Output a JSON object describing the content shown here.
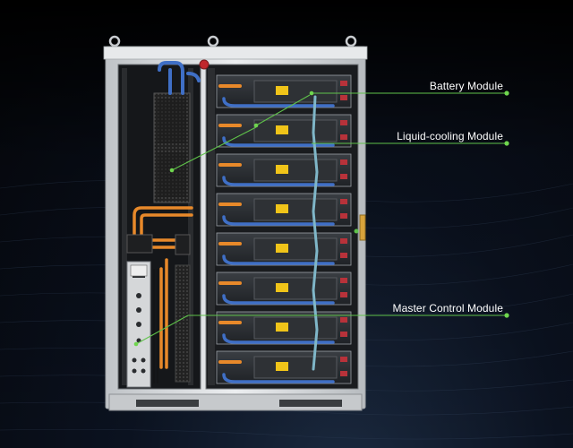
{
  "callouts": [
    {
      "label": "Battery Module"
    },
    {
      "label": "Liquid-cooling Module"
    },
    {
      "label": "Master Control Module"
    }
  ],
  "colors": {
    "callout_line": "#5fc24a",
    "callout_dot": "#6fd64e",
    "cabinet_frame": "#d9dcdf",
    "module_body": "#2a2d31",
    "cable_orange": "#e8892a",
    "cable_blue": "#3f6fc6",
    "cable_red": "#b8323a",
    "coolant_pipe": "#7fb6c8"
  }
}
